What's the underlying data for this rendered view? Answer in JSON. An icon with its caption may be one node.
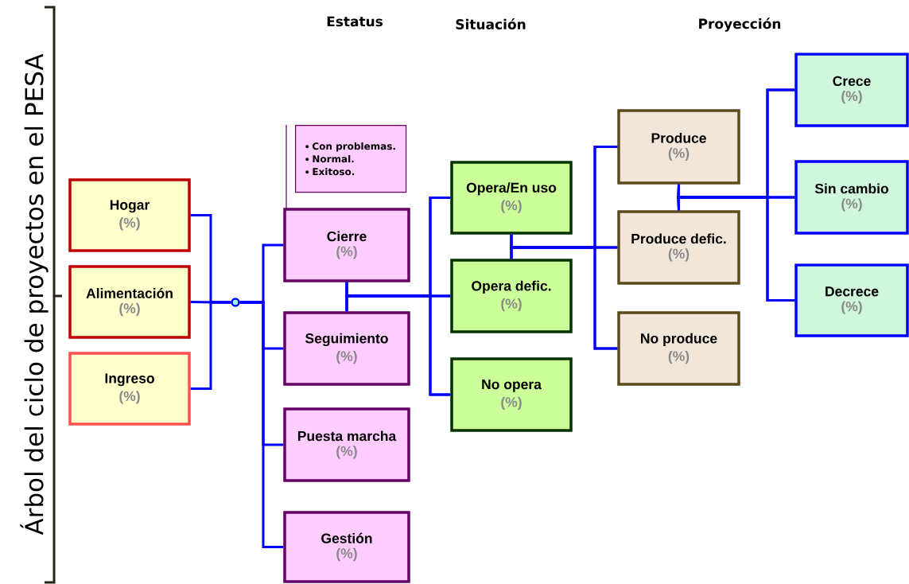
{
  "diagram": {
    "title": "Árbol del ciclo de proyectos en el PESA",
    "nodes": [
      {
        "text": [
          "Hogar",
          "(%)"
        ]
      },
      {
        "text": [
          "Alimentación",
          "(%)"
        ]
      },
      {
        "text": [
          "Ingreso",
          "(%)"
        ]
      },
      {
        "text": [],
        "shape": "circle"
      },
      {
        "text": [
          "Con problemas.",
          "Normal.",
          "Exitoso."
        ]
      },
      {
        "text": [
          "Cierre",
          "(%)"
        ]
      },
      {
        "text": [
          "Seguimiento",
          "(%)"
        ]
      },
      {
        "text": [
          "Puesta marcha",
          "(%)"
        ]
      },
      {
        "text": [
          "Gestión",
          "(%)"
        ]
      },
      {
        "text": [
          "Opera/En uso",
          "(%)"
        ]
      },
      {
        "text": [
          "Opera defic.",
          "(%)"
        ]
      },
      {
        "text": [
          "No opera",
          "(%)"
        ]
      },
      {
        "text": [
          "Produce",
          "(%)"
        ]
      },
      {
        "text": [
          "Produce defic.",
          "(%)"
        ]
      },
      {
        "text": [
          "No produce",
          "(%)"
        ]
      },
      {
        "text": [
          "Crece",
          "(%)"
        ]
      },
      {
        "text": [
          "Sin cambio",
          "(%)"
        ]
      },
      {
        "text": [
          "Decrece",
          "(%)"
        ]
      }
    ],
    "edges": [
      {
        "from": 0,
        "to": 3,
        "arrow": "none"
      },
      {
        "from": 1,
        "to": 3,
        "arrow": "none"
      },
      {
        "from": 2,
        "to": 3,
        "arrow": "none"
      },
      {
        "from": 3,
        "to": 5,
        "arrow": "none"
      },
      {
        "from": 3,
        "to": 6,
        "arrow": "none"
      },
      {
        "from": 3,
        "to": 7,
        "arrow": "none"
      },
      {
        "from": 3,
        "to": 8,
        "arrow": "none"
      },
      {
        "from": 4,
        "to": 5,
        "arrow": "none",
        "color": "#660066"
      },
      {
        "from": 5,
        "to": 9,
        "arrow": "none"
      },
      {
        "from": 5,
        "to": 10,
        "arrow": "none"
      },
      {
        "from": 5,
        "to": 11,
        "arrow": "none"
      },
      {
        "from": 6,
        "to": 9,
        "arrow": "none"
      },
      {
        "from": 6,
        "to": 10,
        "arrow": "none"
      },
      {
        "from": 6,
        "to": 11,
        "arrow": "none"
      },
      {
        "from": 9,
        "to": 12,
        "arrow": "none"
      },
      {
        "from": 9,
        "to": 13,
        "arrow": "none"
      },
      {
        "from": 9,
        "to": 14,
        "arrow": "none"
      },
      {
        "from": 10,
        "to": 12,
        "arrow": "none"
      },
      {
        "from": 10,
        "to": 13,
        "arrow": "none"
      },
      {
        "from": 10,
        "to": 14,
        "arrow": "none"
      },
      {
        "from": 12,
        "to": 15,
        "arrow": "none"
      },
      {
        "from": 12,
        "to": 16,
        "arrow": "none"
      },
      {
        "from": 12,
        "to": 17,
        "arrow": "none"
      },
      {
        "from": 13,
        "to": 15,
        "arrow": "none"
      },
      {
        "from": 13,
        "to": 16,
        "arrow": "none"
      },
      {
        "from": 13,
        "to": 17,
        "arrow": "none"
      }
    ],
    "labels": [
      "Estatus",
      "Situación",
      "Proyección"
    ]
  }
}
